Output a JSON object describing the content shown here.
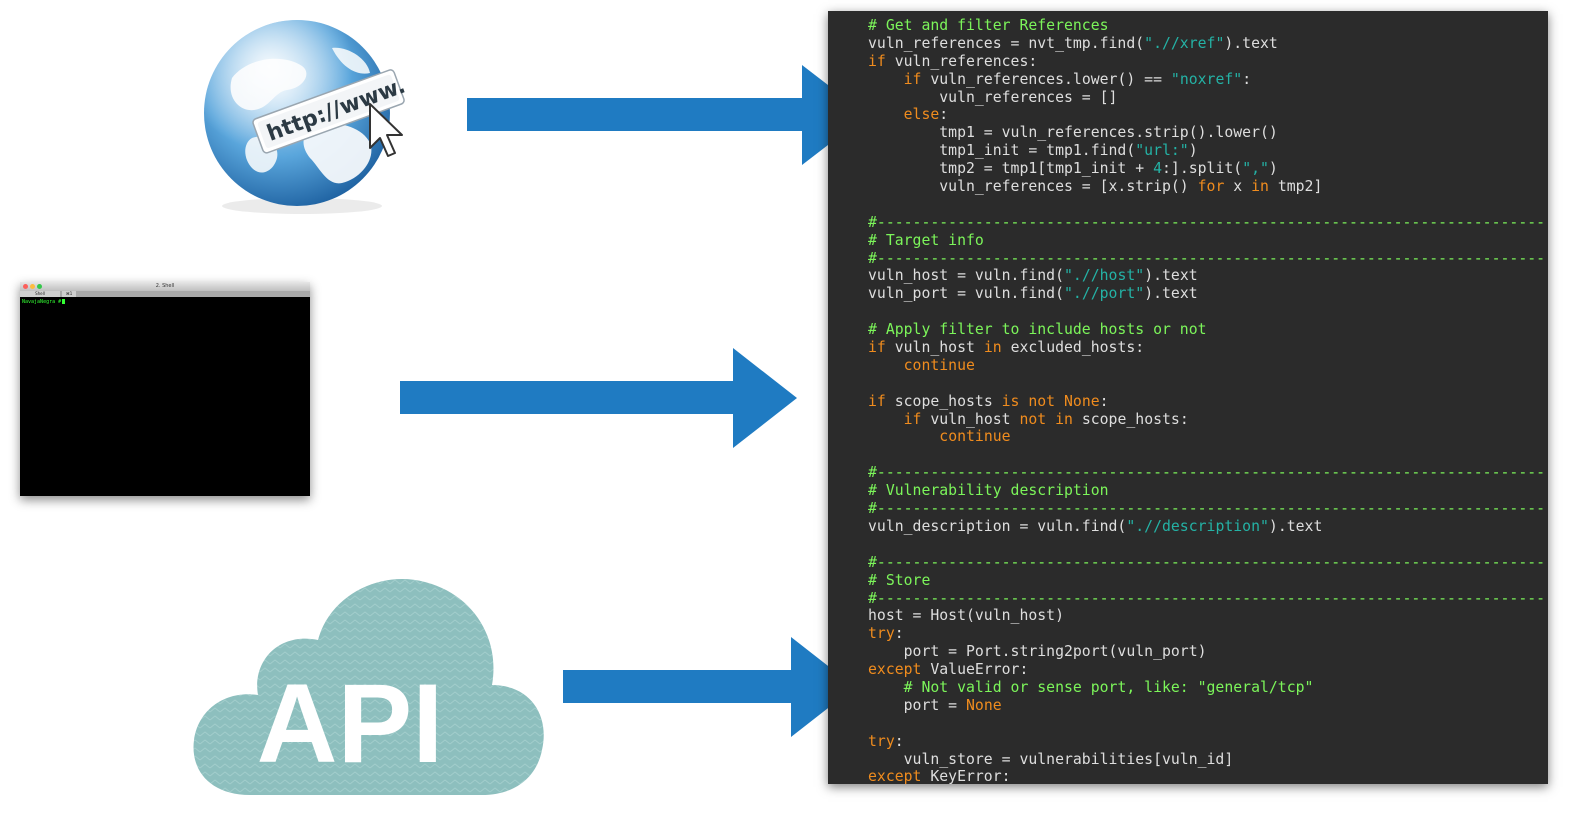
{
  "sources": {
    "web": {
      "banner_text": "http://www."
    },
    "terminal": {
      "window_title": "2. Shell",
      "tabs": [
        "Shell",
        "⌘1"
      ],
      "prompt": "NavajaNegra #"
    },
    "api": {
      "label": "API"
    }
  },
  "colors": {
    "arrow": "#1f7bc2",
    "code_background": "#2b2b2b",
    "comment": "#7cf55a",
    "keyword": "#f08c1e",
    "string": "#24b2a5",
    "plain": "#dedede",
    "cloud_fill": "#8dbfbe"
  },
  "code": {
    "lines": [
      [
        [
          "# Get and filter References",
          "comment"
        ]
      ],
      [
        [
          "vuln_references = nvt_tmp.find(",
          "plain"
        ],
        [
          "\".//xref\"",
          "string"
        ],
        [
          ").text",
          "plain"
        ]
      ],
      [
        [
          "if",
          "keyword"
        ],
        [
          " vuln_references:",
          "plain"
        ]
      ],
      [
        [
          "    ",
          "plain"
        ],
        [
          "if",
          "keyword"
        ],
        [
          " vuln_references.lower() == ",
          "plain"
        ],
        [
          "\"noxref\"",
          "string"
        ],
        [
          ":",
          "plain"
        ]
      ],
      [
        [
          "        vuln_references = []",
          "plain"
        ]
      ],
      [
        [
          "    ",
          "plain"
        ],
        [
          "else",
          "keyword"
        ],
        [
          ":",
          "plain"
        ]
      ],
      [
        [
          "        tmp1 = vuln_references.strip().lower()",
          "plain"
        ]
      ],
      [
        [
          "        tmp1_init = tmp1.find(",
          "plain"
        ],
        [
          "\"url:\"",
          "string"
        ],
        [
          ")",
          "plain"
        ]
      ],
      [
        [
          "        tmp2 = tmp1[tmp1_init + ",
          "plain"
        ],
        [
          "4",
          "number"
        ],
        [
          ":].split(",
          "plain"
        ],
        [
          "\",\"",
          "string"
        ],
        [
          ")",
          "plain"
        ]
      ],
      [
        [
          "        vuln_references = [x.strip() ",
          "plain"
        ],
        [
          "for",
          "keyword"
        ],
        [
          " x ",
          "plain"
        ],
        [
          "in",
          "keyword"
        ],
        [
          " tmp2]",
          "plain"
        ]
      ],
      [
        [
          "",
          "plain"
        ]
      ],
      [
        [
          "#---------------------------------------------------------------------------",
          "comment"
        ]
      ],
      [
        [
          "# Target info",
          "comment"
        ]
      ],
      [
        [
          "#---------------------------------------------------------------------------",
          "comment"
        ]
      ],
      [
        [
          "vuln_host = vuln.find(",
          "plain"
        ],
        [
          "\".//host\"",
          "string"
        ],
        [
          ").text",
          "plain"
        ]
      ],
      [
        [
          "vuln_port = vuln.find(",
          "plain"
        ],
        [
          "\".//port\"",
          "string"
        ],
        [
          ").text",
          "plain"
        ]
      ],
      [
        [
          "",
          "plain"
        ]
      ],
      [
        [
          "# Apply filter to include hosts or not",
          "comment"
        ]
      ],
      [
        [
          "if",
          "keyword"
        ],
        [
          " vuln_host ",
          "plain"
        ],
        [
          "in",
          "keyword"
        ],
        [
          " excluded_hosts:",
          "plain"
        ]
      ],
      [
        [
          "    ",
          "plain"
        ],
        [
          "continue",
          "keyword"
        ]
      ],
      [
        [
          "",
          "plain"
        ]
      ],
      [
        [
          "if",
          "keyword"
        ],
        [
          " scope_hosts ",
          "plain"
        ],
        [
          "is not None",
          "keyword"
        ],
        [
          ":",
          "plain"
        ]
      ],
      [
        [
          "    ",
          "plain"
        ],
        [
          "if",
          "keyword"
        ],
        [
          " vuln_host ",
          "plain"
        ],
        [
          "not in",
          "keyword"
        ],
        [
          " scope_hosts:",
          "plain"
        ]
      ],
      [
        [
          "        ",
          "plain"
        ],
        [
          "continue",
          "keyword"
        ]
      ],
      [
        [
          "",
          "plain"
        ]
      ],
      [
        [
          "#---------------------------------------------------------------------------",
          "comment"
        ]
      ],
      [
        [
          "# Vulnerability description",
          "comment"
        ]
      ],
      [
        [
          "#---------------------------------------------------------------------------",
          "comment"
        ]
      ],
      [
        [
          "vuln_description = vuln.find(",
          "plain"
        ],
        [
          "\".//description\"",
          "string"
        ],
        [
          ").text",
          "plain"
        ]
      ],
      [
        [
          "",
          "plain"
        ]
      ],
      [
        [
          "#---------------------------------------------------------------------------",
          "comment"
        ]
      ],
      [
        [
          "# Store",
          "comment"
        ]
      ],
      [
        [
          "#---------------------------------------------------------------------------",
          "comment"
        ]
      ],
      [
        [
          "host = Host(vuln_host)",
          "plain"
        ]
      ],
      [
        [
          "try",
          "keyword"
        ],
        [
          ":",
          "plain"
        ]
      ],
      [
        [
          "    port = Port.string2port(vuln_port)",
          "plain"
        ]
      ],
      [
        [
          "except",
          "keyword"
        ],
        [
          " ValueError:",
          "plain"
        ]
      ],
      [
        [
          "    ",
          "plain"
        ],
        [
          "# Not valid or sense port, like: \"general/tcp\"",
          "comment"
        ]
      ],
      [
        [
          "    port = ",
          "plain"
        ],
        [
          "None",
          "keyword"
        ]
      ],
      [
        [
          "",
          "plain"
        ]
      ],
      [
        [
          "try",
          "keyword"
        ],
        [
          ":",
          "plain"
        ]
      ],
      [
        [
          "    vuln_store = vulnerabilities[vuln_id]",
          "plain"
        ]
      ],
      [
        [
          "except",
          "keyword"
        ],
        [
          " KeyError:",
          "plain"
        ]
      ]
    ]
  }
}
